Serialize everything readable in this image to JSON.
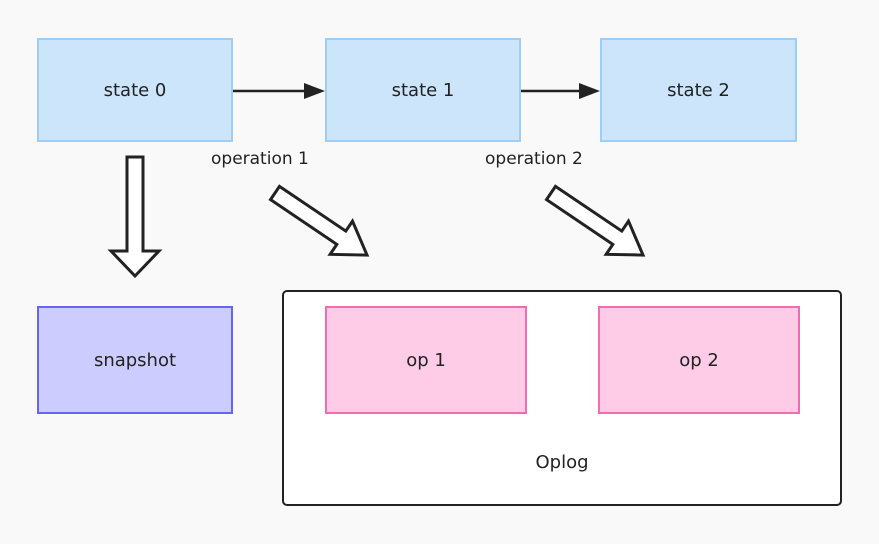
{
  "states": [
    {
      "label": "state 0"
    },
    {
      "label": "state 1"
    },
    {
      "label": "state 2"
    }
  ],
  "edges": [
    {
      "label": "operation 1"
    },
    {
      "label": "operation 2"
    }
  ],
  "snapshot": {
    "label": "snapshot"
  },
  "oplog": {
    "label": "Oplog",
    "ops": [
      {
        "label": "op 1"
      },
      {
        "label": "op 2"
      }
    ]
  },
  "colors": {
    "state_fill": "#cce5fb",
    "state_border": "#9ccff7",
    "snapshot_fill": "#ccccff",
    "snapshot_border": "#6666ee",
    "op_fill": "#ffcce7",
    "op_border": "#f26cb4"
  }
}
